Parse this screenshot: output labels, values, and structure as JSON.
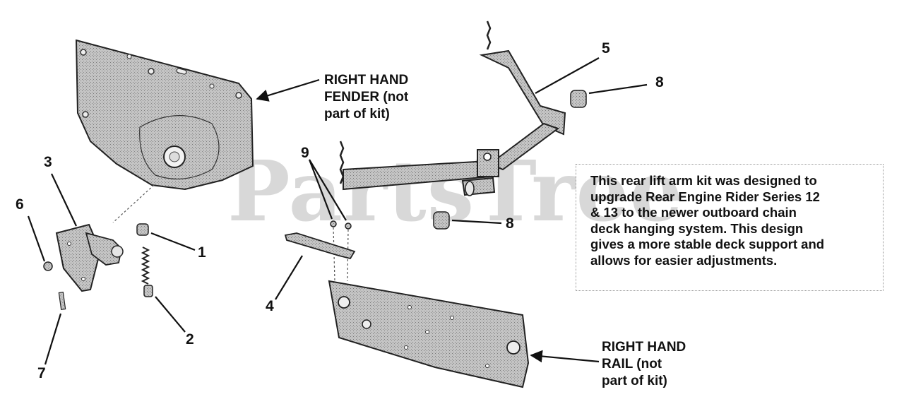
{
  "watermark": "PartsTree",
  "callouts": {
    "c1": "1",
    "c2": "2",
    "c3": "3",
    "c4": "4",
    "c5": "5",
    "c6": "6",
    "c7": "7",
    "c8a": "8",
    "c8b": "8",
    "c9": "9"
  },
  "labels": {
    "fender": [
      "RIGHT HAND",
      "FENDER (not",
      "part of kit)"
    ],
    "rail": [
      "RIGHT HAND",
      "RAIL (not",
      "part of kit)"
    ]
  },
  "note": [
    "This rear lift arm kit was designed to",
    "upgrade Rear Engine Rider Series 12",
    "& 13 to the newer outboard chain",
    "deck hanging system. This design",
    "gives a more stable deck support and",
    "allows for easier adjustments."
  ],
  "colors": {
    "ink": "#111111",
    "part_fill": "#bdbdbd",
    "watermark": "#d2d2d2"
  }
}
